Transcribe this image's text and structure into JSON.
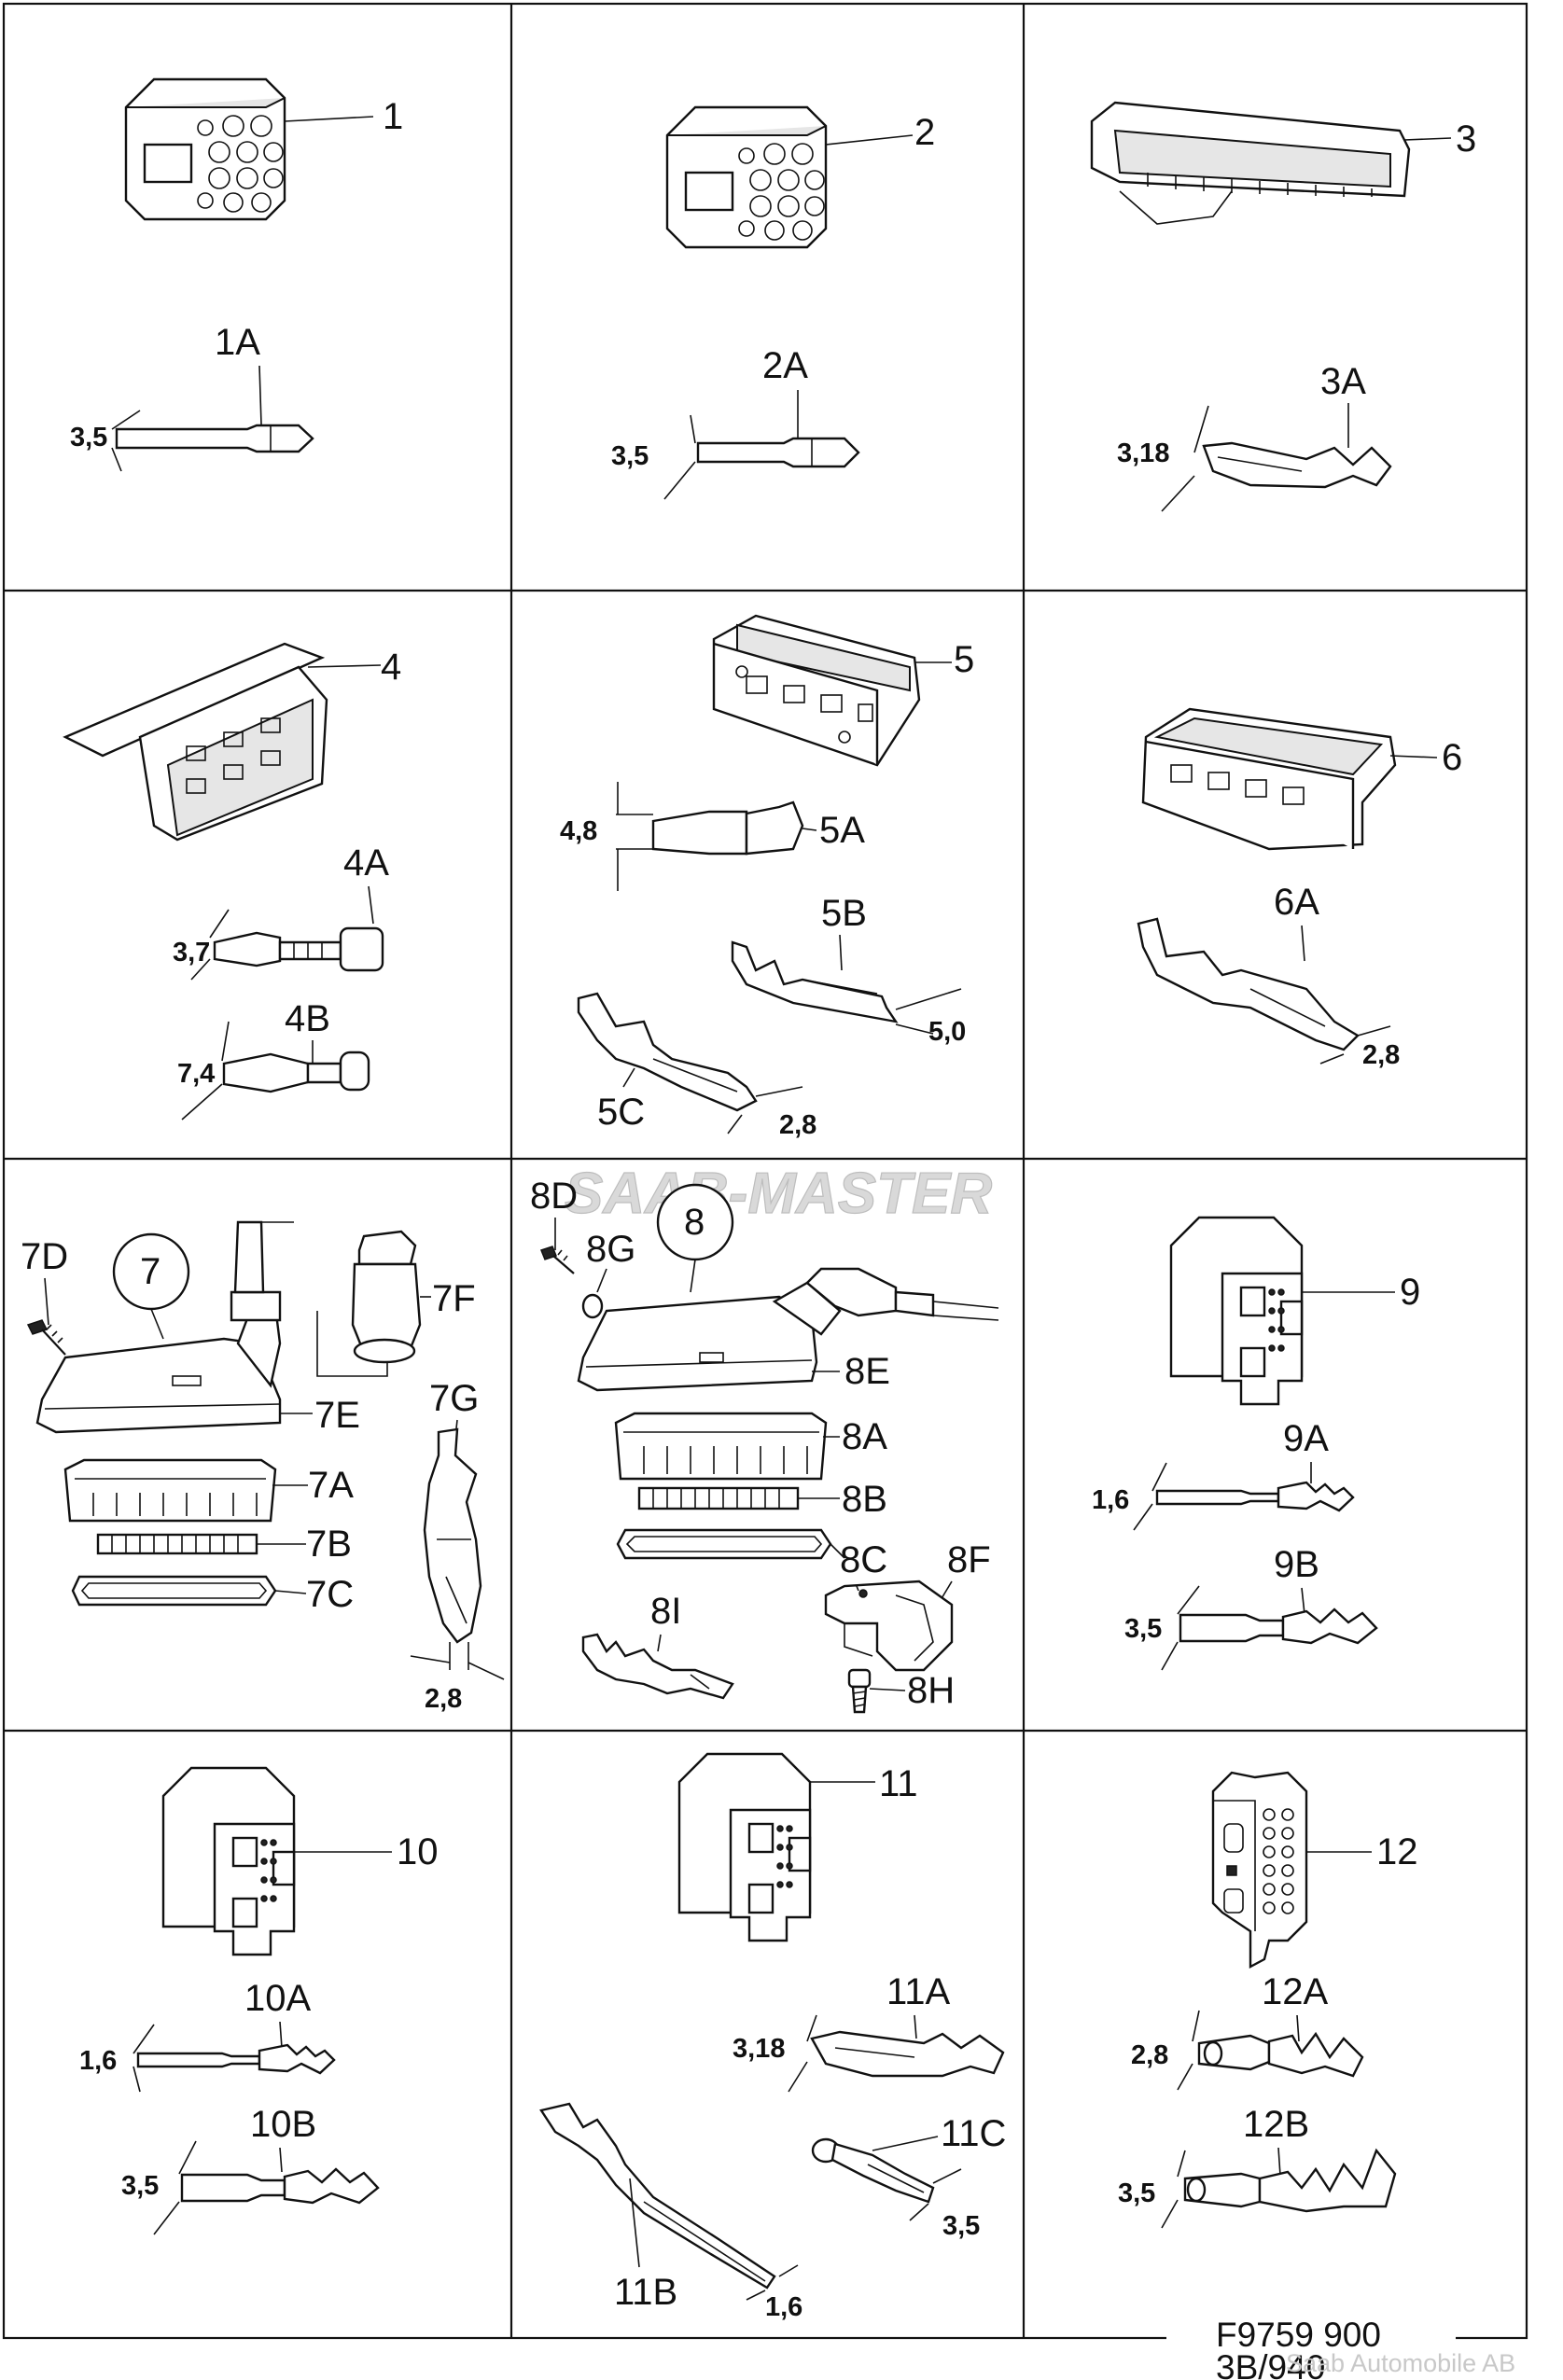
{
  "diagram": {
    "watermark": "SAAB-MASTER",
    "figure_number": "F9759 900",
    "page_code": "3B/940",
    "copyright": "Saab Automobile AB",
    "cells": [
      {
        "id": "1",
        "labels": {
          "main": "1",
          "a": "1A"
        },
        "dims": {
          "a": "3,5"
        }
      },
      {
        "id": "2",
        "labels": {
          "main": "2",
          "a": "2A"
        },
        "dims": {
          "a": "3,5"
        }
      },
      {
        "id": "3",
        "labels": {
          "main": "3",
          "a": "3A"
        },
        "dims": {
          "a": "3,18"
        }
      },
      {
        "id": "4",
        "labels": {
          "main": "4",
          "a": "4A",
          "b": "4B"
        },
        "dims": {
          "a": "3,7",
          "b": "7,4"
        }
      },
      {
        "id": "5",
        "labels": {
          "main": "5",
          "a": "5A",
          "b": "5B",
          "c": "5C"
        },
        "dims": {
          "a": "4,8",
          "b": "5,0",
          "c": "2,8"
        }
      },
      {
        "id": "6",
        "labels": {
          "main": "6",
          "a": "6A"
        },
        "dims": {
          "a": "2,8"
        }
      },
      {
        "id": "7",
        "labels": {
          "main": "7",
          "a": "7A",
          "b": "7B",
          "c": "7C",
          "d": "7D",
          "e": "7E",
          "f": "7F",
          "g": "7G"
        },
        "dims": {
          "g": "2,8"
        }
      },
      {
        "id": "8",
        "labels": {
          "main": "8",
          "a": "8A",
          "b": "8B",
          "c": "8C",
          "d": "8D",
          "e": "8E",
          "f": "8F",
          "g": "8G",
          "h": "8H",
          "i": "8I"
        }
      },
      {
        "id": "9",
        "labels": {
          "main": "9",
          "a": "9A",
          "b": "9B"
        },
        "dims": {
          "a": "1,6",
          "b": "3,5"
        }
      },
      {
        "id": "10",
        "labels": {
          "main": "10",
          "a": "10A",
          "b": "10B"
        },
        "dims": {
          "a": "1,6",
          "b": "3,5"
        }
      },
      {
        "id": "11",
        "labels": {
          "main": "11",
          "a": "11A",
          "b": "11B",
          "c": "11C"
        },
        "dims": {
          "a": "3,18",
          "b": "1,6",
          "c": "3,5"
        }
      },
      {
        "id": "12",
        "labels": {
          "main": "12",
          "a": "12A",
          "b": "12B"
        },
        "dims": {
          "a": "2,8",
          "b": "3,5"
        }
      }
    ]
  }
}
